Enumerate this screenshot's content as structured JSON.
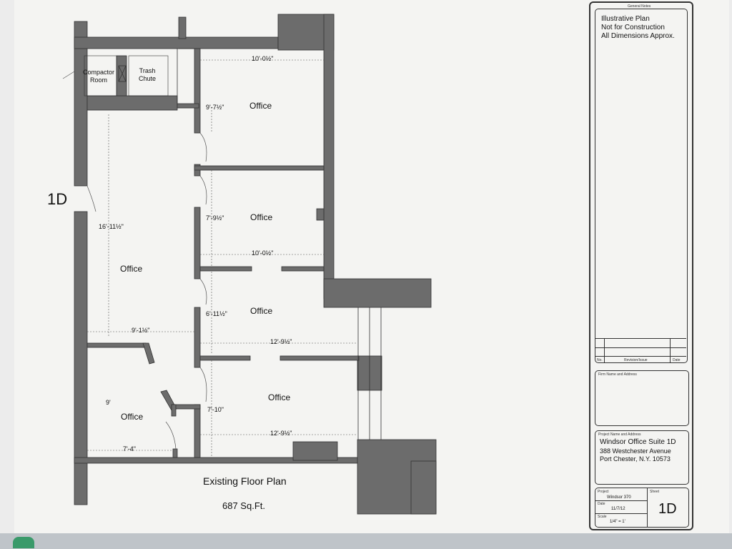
{
  "plan": {
    "drawing_label": "1D",
    "rooms": {
      "compactor_room": "Compactor Room",
      "trash_chute": "Trash Chute",
      "office_1": "Office",
      "office_2": "Office",
      "office_3": "Office",
      "office_4": "Office",
      "office_5": "Office",
      "office_6": "Office"
    },
    "dimensions": {
      "d1": "10'-0½\"",
      "d2": "9'-7½\"",
      "d3": "16'-11½\"",
      "d4": "7'-9½\"",
      "d5": "10'-0½\"",
      "d6": "6'-11½\"",
      "d7": "9'-1½\"",
      "d8": "12'-9½\"",
      "d9": "9'",
      "d10": "7'-10\"",
      "d11": "12'-9½\"",
      "d12": "7'-4\""
    },
    "caption": "Existing Floor Plan",
    "area": "687 Sq.Ft."
  },
  "title_block": {
    "general_notes_label": "General Notes",
    "notes": [
      "Illustrative Plan",
      "Not for Construction",
      "All Dimensions Approx."
    ],
    "rev_no": "No.",
    "rev_issue": "Revision/Issue",
    "rev_date": "Date",
    "firm_label": "Firm Name and Address",
    "project_label": "Project Name and Address",
    "project_lines": [
      "Windsor Office Suite 1D",
      "388 Westchester Avenue",
      "Port Chester, N.Y. 10573"
    ],
    "project_small_label": "Project",
    "project_code": "Windsor 370",
    "date_label": "Date",
    "date_value": "11/7/12",
    "scale_label": "Scale",
    "scale_value": "1/4\" = 1'",
    "sheet_label": "Sheet",
    "sheet_number": "1D"
  }
}
